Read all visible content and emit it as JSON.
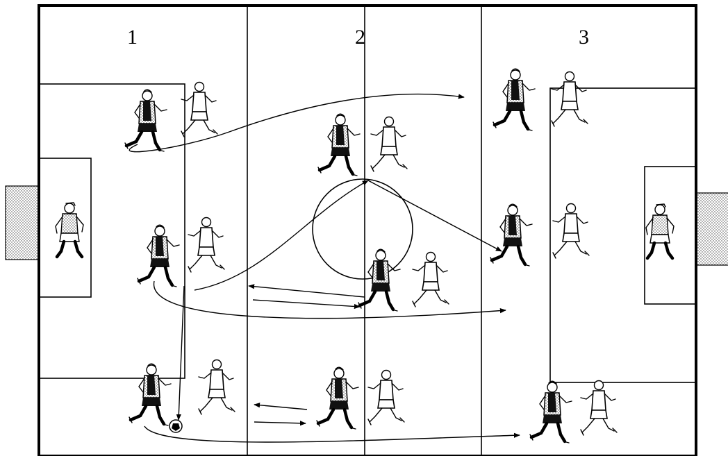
{
  "zones": [
    {
      "id": "zone-1",
      "label": "1"
    },
    {
      "id": "zone-2",
      "label": "2"
    },
    {
      "id": "zone-3",
      "label": "3"
    }
  ],
  "colors": {
    "line": "#000000",
    "background": "#ffffff",
    "team_dark": "#111111",
    "team_light": "#ffffff",
    "goal_fill": "#d8d8d8"
  },
  "players": {
    "dark_team_count": 9,
    "light_team_count": 9,
    "goalkeepers": 2
  }
}
